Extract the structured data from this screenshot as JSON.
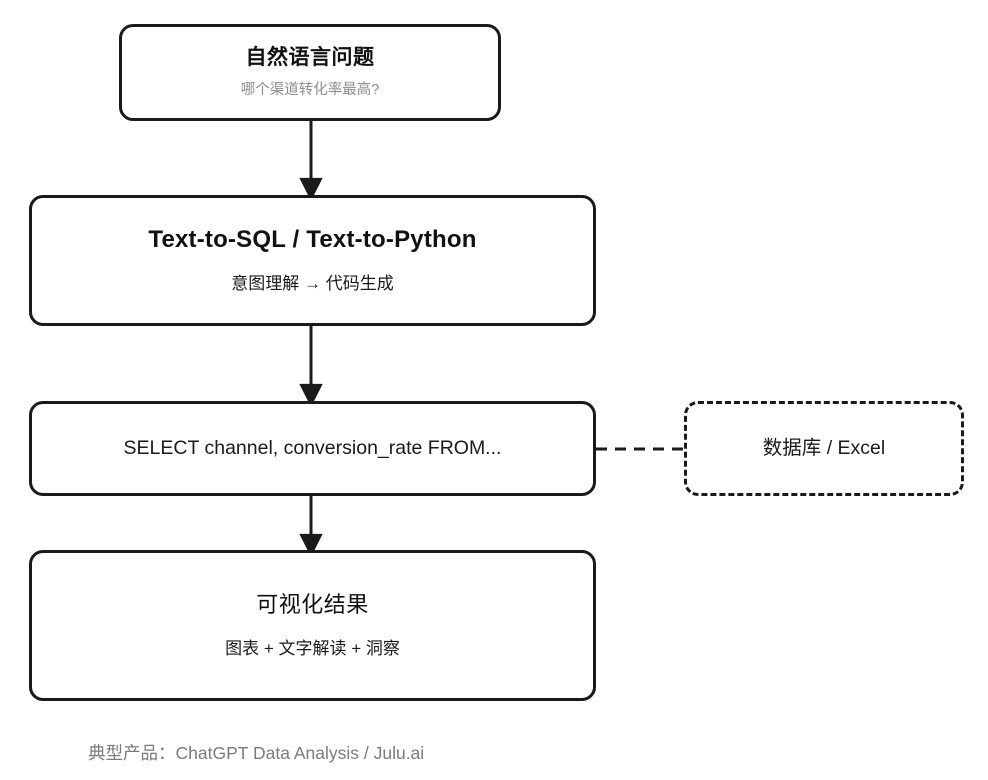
{
  "diagram": {
    "title_flow": "Text-to-SQL / Text-to-Python data analysis flow",
    "nodes": {
      "question": {
        "title": "自然语言问题",
        "subtitle": "哪个渠道转化率最高?"
      },
      "engine": {
        "title": "Text-to-SQL / Text-to-Python",
        "subtitle": "意图理解 → 代码生成"
      },
      "sql": {
        "title": "SELECT channel, conversion_rate FROM..."
      },
      "datasource": {
        "title": "数据库 / Excel"
      },
      "visualization": {
        "title": "可视化结果",
        "subtitle": "图表 + 文字解读 + 洞察"
      }
    },
    "footnote": "典型产品：ChatGPT Data Analysis / Julu.ai",
    "colors": {
      "stroke": "#1a1a1a",
      "text": "#111111",
      "muted_text": "#8d8d8d",
      "footnote_text": "#7b7b7b",
      "background": "#ffffff"
    }
  }
}
